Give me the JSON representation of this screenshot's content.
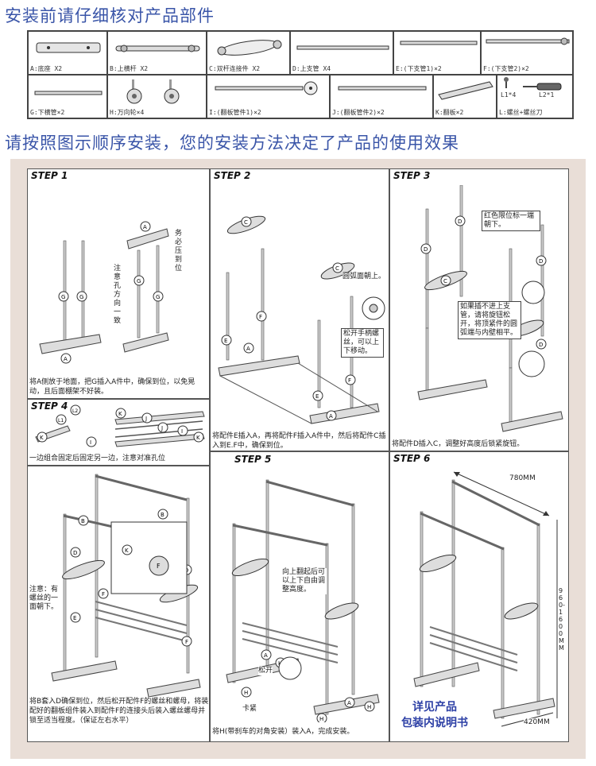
{
  "title_parts": "安装前请仔细核对产品部件",
  "title_install": "请按照图示顺序安装，您的安装方法决定了产品的使用效果",
  "parts": {
    "a": "A:底座 X2",
    "b": "B:上横杆 X2",
    "c": "C:双杆连接件 X2",
    "d": "D:上支管 X4",
    "e": "E:(下支管1)×2",
    "f": "F:(下支管2)×2",
    "g": "G:下横管×2",
    "h": "H:万向轮×4",
    "i": "I:(翻板管件1)×2",
    "j": "J:(翻板管件2)×2",
    "k": "K:翻板×2",
    "l": "L:螺丝+螺丝刀",
    "l_sub1": "L1*4",
    "l_sub2": "L2*1"
  },
  "steps": {
    "s1": {
      "label": "STEP 1",
      "note_press": "务必压到位",
      "note_hole": "注意孔方向一致",
      "caption": "将A侧放于地面，把G插入A件中，确保到位，以免晃动，且后面棚架不好装。"
    },
    "s2": {
      "label": "STEP 2",
      "note_arc": "圆弧面朝上。",
      "note_knob": "松开手柄螺丝，可以上下移动。",
      "caption": "将配件E插入A，再将配件F插入A件中，然后将配件C插入到E.F中，确保到位。"
    },
    "s3": {
      "label": "STEP 3",
      "note_red": "红色限位标一端朝下。",
      "note_twist": "如果插不进上支管，请将旋钮松开，将顶紧件的圆弧端与内壁相平。",
      "caption": "将配件D插入C，调整好高度后锁紧旋钮。"
    },
    "s4": {
      "label": "STEP 4",
      "caption": "一边组合固定后固定另一边，注意对准孔位",
      "note_screw": "注意：有螺丝的一面朝下。",
      "caption_bottom": "将B套入D确保到位，然后松开配件F的螺丝和螺母，将装配好的翻板组件装入到配件F的连接头后装入螺丝螺母并锁至适当程度。（保证左右水平）"
    },
    "s5": {
      "label": "STEP 5",
      "note_flip": "向上翻起后可以上下自由调整高度。",
      "note_loose": "松开",
      "note_brake": "卡紧",
      "caption": "将H(带刹车的对角安装）装入A，完成安装。"
    },
    "s6": {
      "label": "STEP 6",
      "dim_width": "780MM",
      "dim_height": "960-1600MM",
      "dim_depth": "420MM",
      "see_1": "详见产品",
      "see_2": "包装内说明书"
    }
  },
  "colors": {
    "title": "#3a55a8",
    "frame": "#e9ded7",
    "note_blue": "#2c3fa5"
  }
}
